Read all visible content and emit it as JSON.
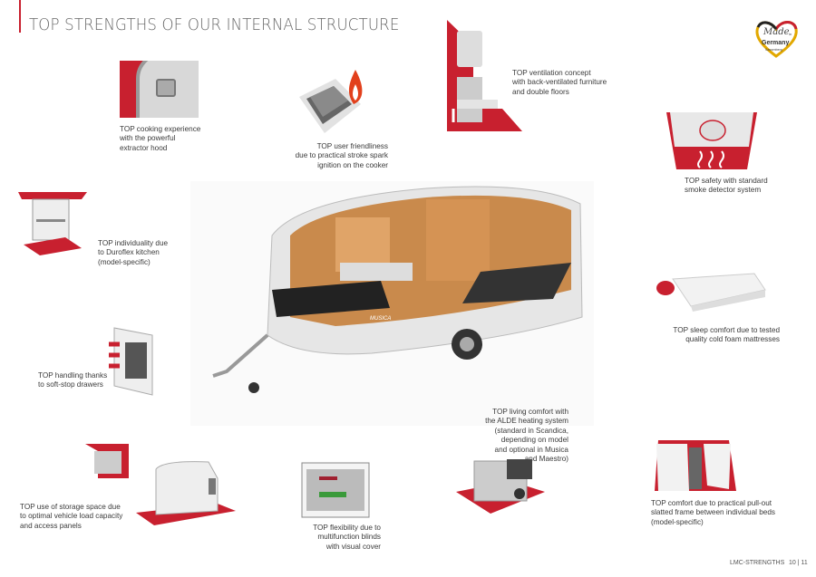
{
  "header": {
    "title": "TOP STRENGTHS OF OUR INTERNAL STRUCTURE"
  },
  "logo": {
    "line1": "Made",
    "line2": "in",
    "line3": "Germany",
    "line4": "Sassenberg"
  },
  "features": [
    {
      "text": "TOP cooking experience\nwith the powerful\nextractor hood",
      "icon": "extractor-hood"
    },
    {
      "text": "TOP user friendliness\ndue to practical stroke spark\nignition on the cooker",
      "icon": "spark-ignition"
    },
    {
      "text": "TOP ventilation concept\nwith back-ventilated furniture\nand double floors",
      "icon": "ventilation"
    },
    {
      "text": "TOP safety with standard\nsmoke detector system",
      "icon": "smoke-detector"
    },
    {
      "text": "TOP individuality due\nto Duroflex kitchen\n(model-specific)",
      "icon": "kitchen"
    },
    {
      "text": "TOP sleep comfort due to tested\nquality cold foam mattresses",
      "icon": "mattress"
    },
    {
      "text": "TOP handling thanks\nto soft-stop drawers",
      "icon": "drawers"
    },
    {
      "text": "TOP living comfort with\nthe ALDE heating system\n(standard in Scandica,\ndepending on model\nand optional in Musica\nand Maestro)",
      "icon": "heater"
    },
    {
      "text": "TOP use of storage space due\nto optimal vehicle load capacity\nand access panels",
      "icon": "storage"
    },
    {
      "text": "TOP flexibility due to\nmultifunction blinds\nwith visual cover",
      "icon": "blinds"
    },
    {
      "text": "TOP comfort due to practical pull-out\nslatted frame between individual beds\n(model-specific)",
      "icon": "slatted-frame"
    }
  ],
  "caravan": {
    "badge": "MUSICA"
  },
  "footer": {
    "section": "LMC-STRENGTHS",
    "pages": "10 | 11"
  },
  "colors": {
    "accent": "#c8202f",
    "text": "#3a3a3a"
  }
}
